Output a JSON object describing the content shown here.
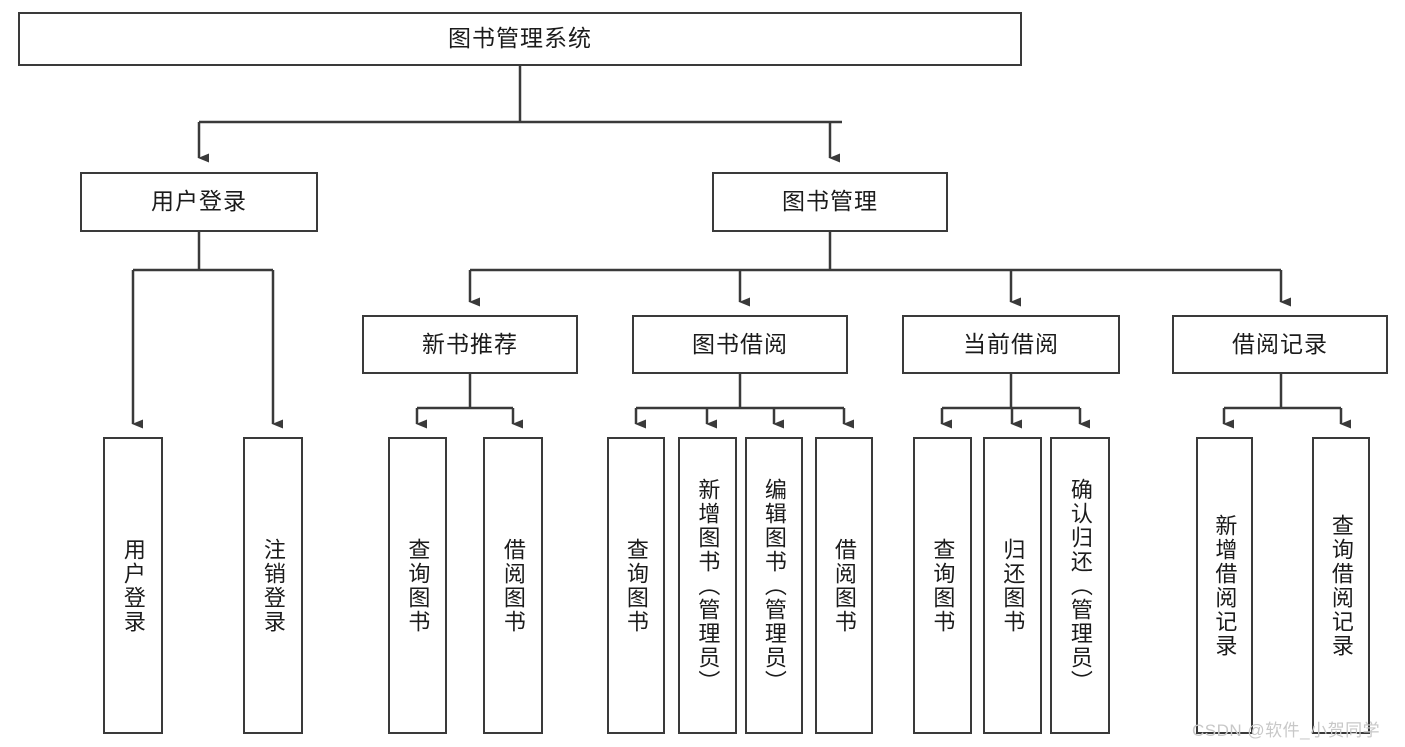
{
  "diagram": {
    "type": "hierarchy-tree",
    "title_node": {
      "id": "root",
      "label": "图书管理系统"
    },
    "level2": [
      {
        "id": "user-login",
        "label": "用户登录"
      },
      {
        "id": "book-manage",
        "label": "图书管理"
      }
    ],
    "level3": [
      {
        "id": "new-book-recommend",
        "label": "新书推荐",
        "parent": "book-manage"
      },
      {
        "id": "book-borrow",
        "label": "图书借阅",
        "parent": "book-manage"
      },
      {
        "id": "current-borrow",
        "label": "当前借阅",
        "parent": "book-manage"
      },
      {
        "id": "borrow-record",
        "label": "借阅记录",
        "parent": "book-manage"
      }
    ],
    "leaves": [
      {
        "id": "leaf-user-login",
        "label": "用户登录",
        "parent": "user-login"
      },
      {
        "id": "leaf-logout-login",
        "label": "注销登录",
        "parent": "user-login"
      },
      {
        "id": "leaf-query-book-1",
        "label": "查询图书",
        "parent": "new-book-recommend"
      },
      {
        "id": "leaf-borrow-book-1",
        "label": "借阅图书",
        "parent": "new-book-recommend"
      },
      {
        "id": "leaf-query-book-2",
        "label": "查询图书",
        "parent": "book-borrow"
      },
      {
        "id": "leaf-add-book",
        "label": "新增图书（管理员）",
        "parent": "book-borrow"
      },
      {
        "id": "leaf-edit-book",
        "label": "编辑图书（管理员）",
        "parent": "book-borrow"
      },
      {
        "id": "leaf-borrow-book-2",
        "label": "借阅图书",
        "parent": "book-borrow"
      },
      {
        "id": "leaf-query-book-3",
        "label": "查询图书",
        "parent": "current-borrow"
      },
      {
        "id": "leaf-return-book",
        "label": "归还图书",
        "parent": "current-borrow"
      },
      {
        "id": "leaf-confirm-return",
        "label": "确认归还（管理员）",
        "parent": "current-borrow"
      },
      {
        "id": "leaf-add-record",
        "label": "新增借阅记录",
        "parent": "borrow-record"
      },
      {
        "id": "leaf-query-record",
        "label": "查询借阅记录",
        "parent": "borrow-record"
      }
    ],
    "colors": {
      "stroke": "#3a3a3a",
      "fill": "#ffffff",
      "text": "#1b1b1b",
      "watermark": "#c8c8c8"
    }
  },
  "watermark": {
    "text": "CSDN @软件_小贺同学"
  }
}
